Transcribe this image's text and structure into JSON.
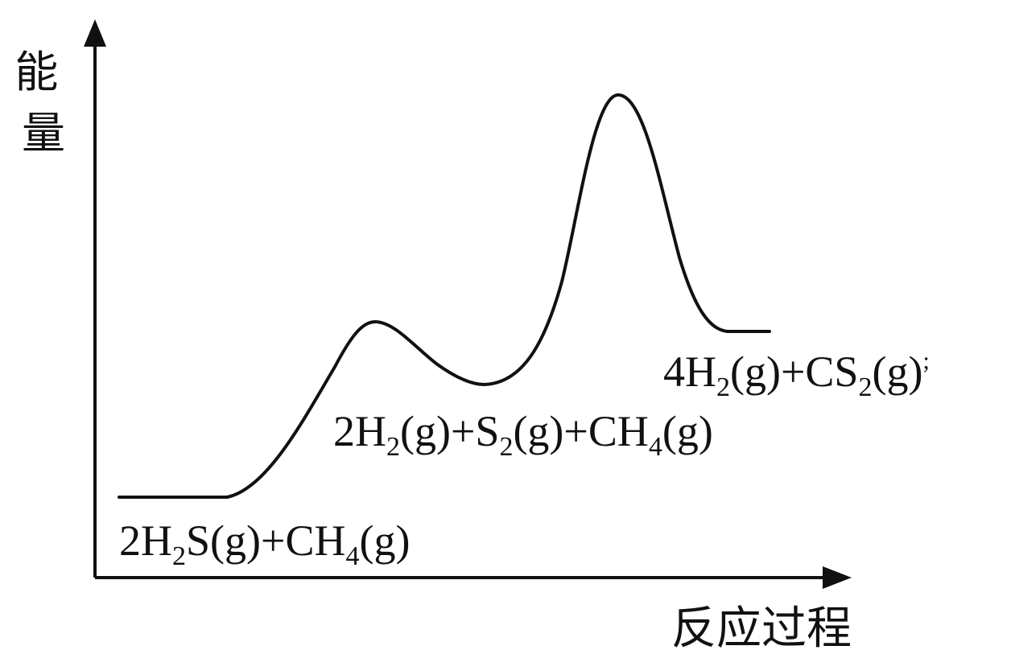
{
  "axes": {
    "y_label": "能量",
    "x_label": "反应过程"
  },
  "states": {
    "reactants": {
      "coef": "2H",
      "sub1": "2",
      "mid": "S(g)+CH",
      "sub2": "4",
      "tail": "(g)"
    },
    "intermediate": {
      "coef": "2H",
      "sub1": "2",
      "mid1": "(g)+S",
      "sub2": "2",
      "mid2": "(g)+CH",
      "sub3": "4",
      "tail": "(g)"
    },
    "products": {
      "coef": "4H",
      "sub1": "2",
      "mid": "(g)+CS",
      "sub2": "2",
      "tail": "(g)",
      "trailing_mark": ";"
    }
  },
  "colors": {
    "ink": "#111111",
    "background": "#ffffff"
  }
}
